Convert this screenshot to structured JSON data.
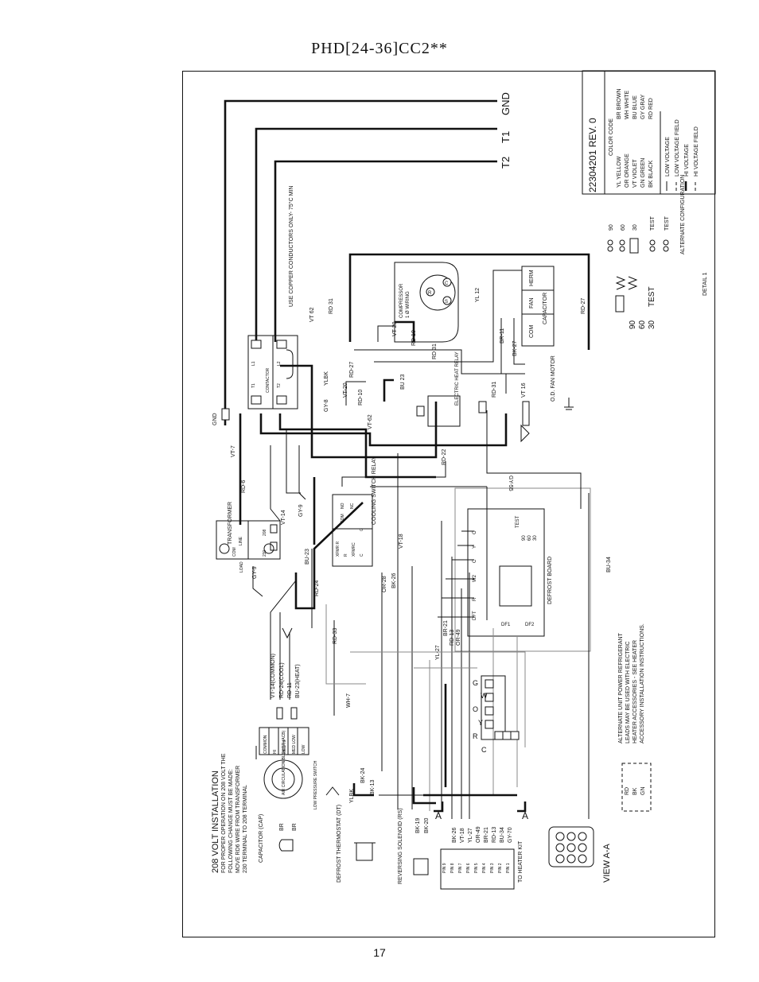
{
  "page": {
    "title": "PHD[24-36]CC2**",
    "number": "17"
  },
  "terminals": {
    "gnd": "GND",
    "t1": "T1",
    "t2": "T2"
  },
  "legend": {
    "doc_number": "22304201 REV. 0",
    "heading": "COLOR CODE",
    "colors_left": [
      "YL YELLOW",
      "OR ORANGE",
      "VT VIOLET",
      "GN GREEN",
      "BK BLACK"
    ],
    "colors_right": [
      "BR BROWN",
      "WH WHITE",
      "BU BLUE",
      "GY GRAY",
      "RD RED"
    ],
    "line_types": [
      "LOW VOLTAGE",
      "LOW VOLTAGE FIELD",
      "HI VOLTAGE",
      "HI VOLTAGE FIELD"
    ]
  },
  "detail": {
    "pins": [
      "90",
      "60",
      "30",
      "TEST",
      "TEST"
    ],
    "caption": "ALTERNATE CONFIGURATION",
    "label": "DETAIL 1",
    "setting": [
      "TEST",
      "30",
      "60",
      "90"
    ]
  },
  "compressor": {
    "label": "COMPRESSOR",
    "phase": "1 Ø WIRING",
    "terminals": [
      "C",
      "R",
      "S"
    ]
  },
  "capacitor": {
    "label": "CAPACITOR",
    "terms": [
      "COM",
      "FAN",
      "HERM"
    ]
  },
  "contactor": {
    "label": "CONTACTOR",
    "terms": [
      "L1",
      "L2",
      "T1",
      "T2"
    ]
  },
  "copper_note": "USE COPPER CONDUCTORS ONLY- 75°C MIN",
  "fan_motor": "O.D. FAN MOTOR",
  "heat_relay": "ELECTRIC HEAT RELAY",
  "transformer": {
    "label": "TRANSFORMER",
    "terms": [
      "COM",
      "LINE",
      "230",
      "208",
      "LOAD"
    ]
  },
  "cooling_relay": {
    "label": "COOLING SWITCH RELAY",
    "terms": [
      "NO",
      "NC",
      "COM",
      "XFMR R",
      "R",
      "XFMRC",
      "C",
      "G"
    ]
  },
  "defrost_board": {
    "label": "DEFROST BOARD",
    "terms": [
      "O",
      "Y",
      "C",
      "W2",
      "R",
      "DFT"
    ],
    "df": [
      "DF1",
      "DF2"
    ],
    "test": [
      "TEST",
      "90",
      "60",
      "30"
    ]
  },
  "install": {
    "heading": "208 VOLT INSTALLATION",
    "lines": [
      "FOR PROPER OPERATION ON 208 VOLT THE",
      "FOLLOWING CHANGE MUST BE MADE:",
      "MOVE RD6 WIRE FROM TRANSFORMER",
      "230 TERMINAL TO 208 TERMINAL"
    ]
  },
  "blower": {
    "label": "AIR CIRCULATION BLOWER (ACB)",
    "speeds": [
      "COMMON",
      "HI",
      "MED HI",
      "MED LOW",
      "LOW"
    ],
    "cap": "CAPACITOR (CAP)"
  },
  "blower_leads": [
    "VT-14(COMMON)",
    "RD-24(COOL)",
    "RD-11",
    "BU-23(HEAT)"
  ],
  "pressure_switch": "LOW PRESSURE SWITCH",
  "defrost_thermostat": "DEFROST THERMOSTAT (DT)",
  "reversing_solenoid": "REVERSING SOLENOID (RS)",
  "heater_kit": "TO HEATER KIT",
  "plug_pins": [
    "PIN 9",
    "PIN 8",
    "PIN 7",
    "PIN 6",
    "PIN 5",
    "PIN 4",
    "PIN 3",
    "PIN 2",
    "PIN 1"
  ],
  "plug_wires": [
    "BK-26",
    "VT-18",
    "YL-27",
    "OR-49",
    "BR-21",
    "RD-13",
    "BU-34",
    "GY-70"
  ],
  "rs_wires": [
    "BK-19",
    "BK-20"
  ],
  "alt_note": [
    "ALTERNATE UNIT POWER REFRIGERANT",
    "LEADS MAY BE USED WITH ELECTRIC",
    "HEATER ACCESSORIES - SEE HEATER",
    "ACCESSORY INSTALLATION INSTRUCTIONS."
  ],
  "alt_colors": [
    "RD",
    "BK",
    "GN"
  ],
  "view_label": "VIEW A-A",
  "section_marks": [
    "A",
    "A"
  ],
  "strip_terms": [
    "G",
    "W",
    "O",
    "Y",
    "R",
    "C"
  ],
  "wires": {
    "vt7": "VT-7",
    "rd6": "RD-6",
    "gnd": "GND",
    "vt14": "VT-14",
    "gy9": "GY-9",
    "gy9b": "GY-9",
    "bu23": "BU-23",
    "rd24": "RD-24",
    "rd33": "RD-33",
    "wh7": "WH-7",
    "ylbk": "YLBK",
    "ylbk2": "YLBK",
    "bk24": "BK-24",
    "bk13": "BK-13",
    "gy8": "GY-8",
    "vt20": "VT-20",
    "rd10": "RD-10",
    "vt62": "VT-62",
    "vt62b": "VT 62",
    "rd31": "RD 31",
    "rd27": "RD-27",
    "vt20b": "VT 20",
    "rd10b": "RD 10",
    "rd31b": "RD 31",
    "bu23b": "BU 23",
    "rd31c": "RD-31",
    "rd22": "RD-22",
    "gy55": "GY-55",
    "vt18": "VT-18",
    "bk26": "BK-26",
    "or28": "OR-28",
    "yl27": "YL-27",
    "br21": "BR-21",
    "rd13": "RD-13",
    "or49": "OR-49",
    "bu34": "BU-34",
    "br11": "BR-11",
    "bk27": "BK-27",
    "yl12": "YL 12",
    "rd27b": "RD-27",
    "vt16": "VT 16",
    "br1": "BR",
    "br2": "BR"
  }
}
